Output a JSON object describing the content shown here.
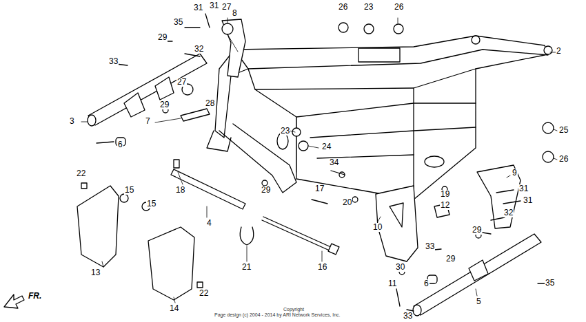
{
  "diagram": {
    "labels": [
      "27",
      "26",
      "23",
      "26",
      "31",
      "31",
      "8",
      "35",
      "2",
      "29",
      "32",
      "33",
      "27",
      "3",
      "29",
      "28",
      "7",
      "6",
      "23",
      "25",
      "24",
      "26",
      "34",
      "9",
      "22",
      "18",
      "29",
      "17",
      "19",
      "20",
      "12",
      "31",
      "31",
      "15",
      "15",
      "4",
      "10",
      "32",
      "29",
      "13",
      "21",
      "16",
      "33",
      "29",
      "30",
      "6",
      "35",
      "11",
      "14",
      "22",
      "5",
      "33",
      "FR.",
      "Copyright",
      "Page design (c) 2004 - 2014 by ARI Network Services, Inc."
    ]
  }
}
